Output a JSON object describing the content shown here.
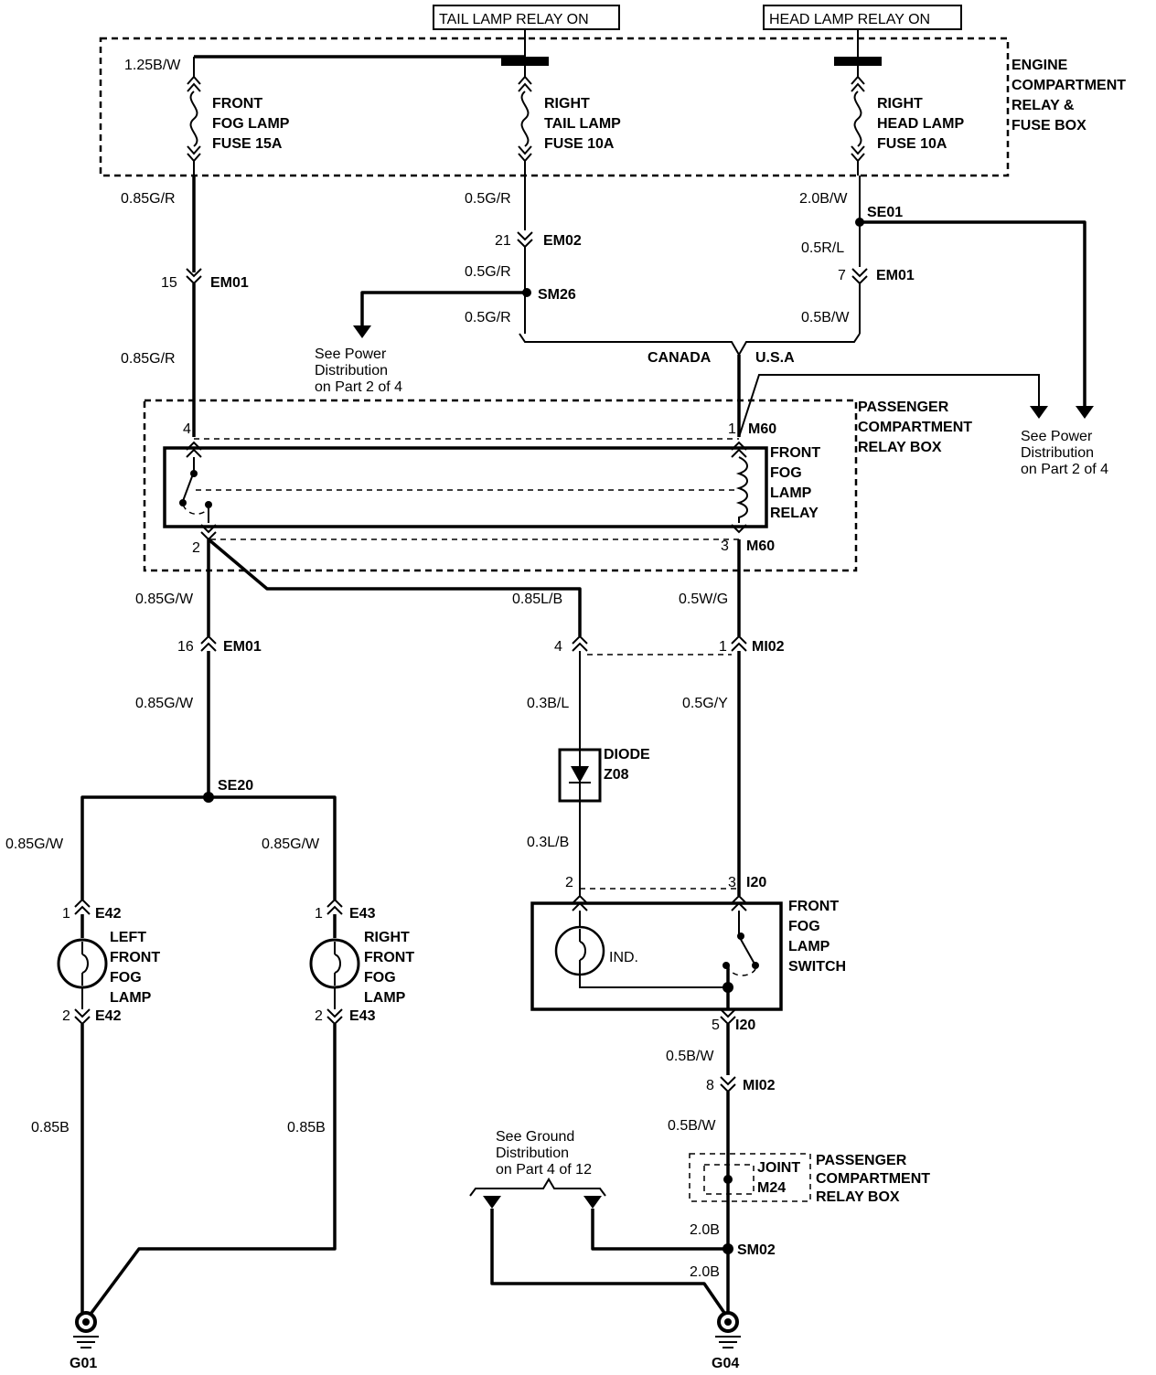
{
  "relays": {
    "tail_lamp_relay_on": "TAIL LAMP RELAY ON",
    "head_lamp_relay_on": "HEAD LAMP RELAY ON"
  },
  "boxes": {
    "engine_compartment": [
      "ENGINE",
      "COMPARTMENT",
      "RELAY &",
      "FUSE BOX"
    ],
    "passenger_compartment": [
      "PASSENGER",
      "COMPARTMENT",
      "RELAY BOX"
    ]
  },
  "fuses": {
    "front_fog": [
      "FRONT",
      "FOG LAMP",
      "FUSE 15A"
    ],
    "right_tail": [
      "RIGHT",
      "TAIL LAMP",
      "FUSE 10A"
    ],
    "right_head": [
      "RIGHT",
      "HEAD LAMP",
      "FUSE 10A"
    ]
  },
  "components": {
    "fog_relay": [
      "FRONT",
      "FOG",
      "LAMP",
      "RELAY"
    ],
    "diode": [
      "DIODE",
      "Z08"
    ],
    "switch": [
      "FRONT",
      "FOG",
      "LAMP",
      "SWITCH"
    ],
    "indicator": "IND.",
    "left_fog_lamp": [
      "LEFT",
      "FRONT",
      "FOG",
      "LAMP"
    ],
    "right_fog_lamp": [
      "RIGHT",
      "FRONT",
      "FOG",
      "LAMP"
    ],
    "joint": [
      "JOINT",
      "M24"
    ]
  },
  "wires": {
    "w_125bw": "1.25B/W",
    "w_085gr_a": "0.85G/R",
    "w_085gr_b": "0.85G/R",
    "w_05gr_a": "0.5G/R",
    "w_05gr_b": "0.5G/R",
    "w_05gr_c": "0.5G/R",
    "w_20bw": "2.0B/W",
    "w_05rl": "0.5R/L",
    "w_05bw_top": "0.5B/W",
    "w_085gw_a": "0.85G/W",
    "w_085gw_b": "0.85G/W",
    "w_085gw_c": "0.85G/W",
    "w_085gw_d": "0.85G/W",
    "w_085lb": "0.85L/B",
    "w_05wg": "0.5W/G",
    "w_03bl": "0.3B/L",
    "w_05gy": "0.5G/Y",
    "w_03lb": "0.3L/B",
    "w_05bw_a": "0.5B/W",
    "w_05bw_b": "0.5B/W",
    "w_085b_a": "0.85B",
    "w_085b_b": "0.85B",
    "w_20b_a": "2.0B",
    "w_20b_b": "2.0B"
  },
  "connectors": {
    "em02": "EM02",
    "em02_pin": "21",
    "em01_a": "EM01",
    "em01_a_pin": "15",
    "em01_b": "EM01",
    "em01_b_pin": "7",
    "em01_c": "EM01",
    "em01_c_pin": "16",
    "m60_top": "M60",
    "m60_top_pin": "1",
    "m60_bot": "M60",
    "m60_bot_pin": "3",
    "relay_pin4": "4",
    "relay_pin2": "2",
    "mi02_a": "MI02",
    "mi02_a_pin": "1",
    "mi02_a_pin4": "4",
    "i20_top": "I20",
    "i20_pin3": "3",
    "i20_pin2": "2",
    "i20_bot": "I20",
    "i20_pin5": "5",
    "mi02_b": "MI02",
    "mi02_b_pin": "8",
    "e42_top": "E42",
    "e42_top_pin": "1",
    "e42_bot": "E42",
    "e42_bot_pin": "2",
    "e43_top": "E43",
    "e43_top_pin": "1",
    "e43_bot": "E43",
    "e43_bot_pin": "2"
  },
  "splices": {
    "sm26": "SM26",
    "se01": "SE01",
    "se20": "SE20",
    "sm02": "SM02"
  },
  "branches": {
    "canada": "CANADA",
    "usa": "U.S.A"
  },
  "grounds": {
    "g01": "G01",
    "g04": "G04"
  },
  "notes": {
    "power_left": [
      "See Power",
      "Distribution",
      "on Part 2 of 4"
    ],
    "power_right": [
      "See Power",
      "Distribution",
      "on Part 2 of 4"
    ],
    "ground": [
      "See Ground",
      "Distribution",
      "on Part 4 of 12"
    ]
  }
}
